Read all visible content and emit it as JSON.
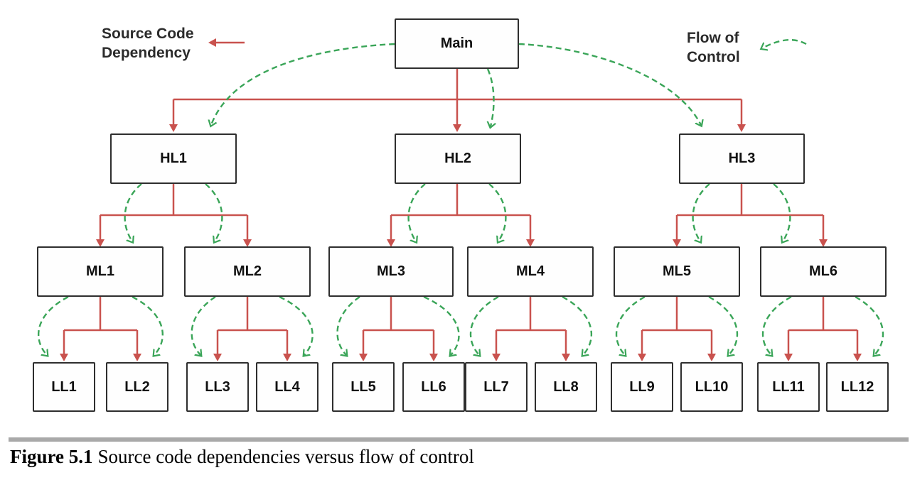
{
  "figure": {
    "caption_label": "Figure 5.1",
    "caption_text": "Source code dependencies versus flow of control"
  },
  "legend": {
    "dependency_label": "Source Code Dependency",
    "control_label": "Flow of Control"
  },
  "colors": {
    "dependency": "#c9524e",
    "control": "#3aa558",
    "box_border": "#2e2e2e",
    "caption_rule": "#a9a9a9"
  },
  "nodes": {
    "main": "Main",
    "hl1": "HL1",
    "hl2": "HL2",
    "hl3": "HL3",
    "ml1": "ML1",
    "ml2": "ML2",
    "ml3": "ML3",
    "ml4": "ML4",
    "ml5": "ML5",
    "ml6": "ML6",
    "ll1": "LL1",
    "ll2": "LL2",
    "ll3": "LL3",
    "ll4": "LL4",
    "ll5": "LL5",
    "ll6": "LL6",
    "ll7": "LL7",
    "ll8": "LL8",
    "ll9": "LL9",
    "ll10": "LL10",
    "ll11": "LL11",
    "ll12": "LL12"
  },
  "edges": {
    "source_code_dependency": [
      [
        "Main",
        "HL1"
      ],
      [
        "Main",
        "HL2"
      ],
      [
        "Main",
        "HL3"
      ],
      [
        "HL1",
        "ML1"
      ],
      [
        "HL1",
        "ML2"
      ],
      [
        "HL2",
        "ML3"
      ],
      [
        "HL2",
        "ML4"
      ],
      [
        "HL3",
        "ML5"
      ],
      [
        "HL3",
        "ML6"
      ],
      [
        "ML1",
        "LL1"
      ],
      [
        "ML1",
        "LL2"
      ],
      [
        "ML2",
        "LL3"
      ],
      [
        "ML2",
        "LL4"
      ],
      [
        "ML3",
        "LL5"
      ],
      [
        "ML3",
        "LL6"
      ],
      [
        "ML4",
        "LL7"
      ],
      [
        "ML4",
        "LL8"
      ],
      [
        "ML5",
        "LL9"
      ],
      [
        "ML5",
        "LL10"
      ],
      [
        "ML6",
        "LL11"
      ],
      [
        "ML6",
        "LL12"
      ]
    ],
    "flow_of_control": [
      [
        "Main",
        "HL1"
      ],
      [
        "Main",
        "HL2"
      ],
      [
        "Main",
        "HL3"
      ],
      [
        "HL1",
        "ML1"
      ],
      [
        "HL1",
        "ML2"
      ],
      [
        "HL2",
        "ML3"
      ],
      [
        "HL2",
        "ML4"
      ],
      [
        "HL3",
        "ML5"
      ],
      [
        "HL3",
        "ML6"
      ],
      [
        "ML1",
        "LL1"
      ],
      [
        "ML1",
        "LL2"
      ],
      [
        "ML2",
        "LL3"
      ],
      [
        "ML2",
        "LL4"
      ],
      [
        "ML3",
        "LL5"
      ],
      [
        "ML3",
        "LL6"
      ],
      [
        "ML4",
        "LL7"
      ],
      [
        "ML4",
        "LL8"
      ],
      [
        "ML5",
        "LL9"
      ],
      [
        "ML5",
        "LL10"
      ],
      [
        "ML6",
        "LL11"
      ],
      [
        "ML6",
        "LL12"
      ]
    ]
  }
}
